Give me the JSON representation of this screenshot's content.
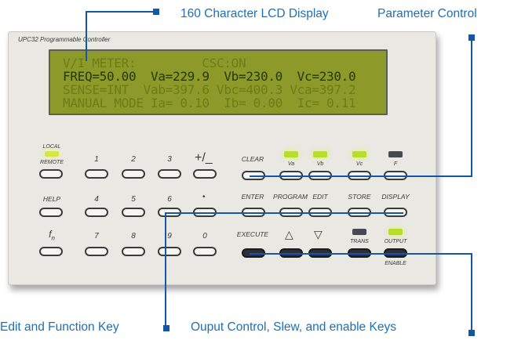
{
  "callouts": {
    "lcd": "160 Character LCD Display",
    "param": "Parameter Control",
    "edit": "Edit and Function Key",
    "output": "Ouput Control, Slew, and enable Keys"
  },
  "panel": {
    "model": "UPC32 Programmable Controller"
  },
  "lcd": {
    "line1": "V/I METER:         CSC:ON",
    "line2": "FREQ=50.00  Va=229.9  Vb=230.0  Vc=230.0",
    "line3": "SENSE=INT  Vab=397.6 Vbc=400.3 Vca=397.2",
    "line4": "MANUAL MODE Ia= 0.10  Ib= 0.00  Ic= 0.11"
  },
  "keys": {
    "local": "LOCAL",
    "remote": "REMOTE",
    "help": "HELP",
    "fn": "f",
    "fn_sub": "n",
    "digits": [
      "1",
      "2",
      "3",
      "4",
      "5",
      "6",
      "7",
      "8",
      "9",
      "0"
    ],
    "plusminus": "+/_",
    "dot": "•",
    "clear": "CLEAR",
    "va": "Va",
    "vb": "Vb",
    "vc": "Vc",
    "f": "F",
    "enter": "ENTER",
    "program": "PROGRAM",
    "edit": "EDIT",
    "store": "STORE",
    "display": "DISPLAY",
    "execute": "EXECUTE",
    "up": "△",
    "down": "▽",
    "trans": "TRANS",
    "output": "OUTPUT",
    "enable": "ENABLE"
  },
  "colors": {
    "callout": "#1e6fb5",
    "lcd_bg": "#8d9a2a",
    "led_on": "#b8dd2a"
  }
}
